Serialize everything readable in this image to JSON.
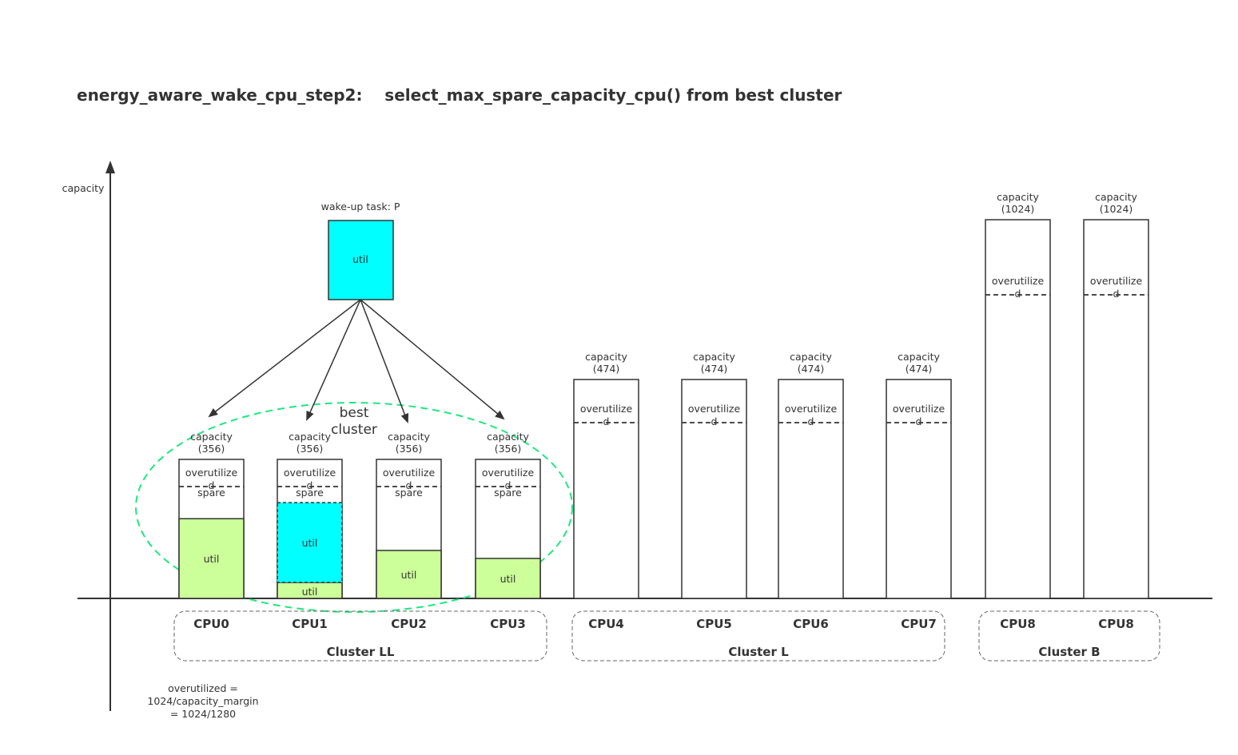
{
  "title": "energy_aware_wake_cpu_step2:    select_max_spare_capacity_cpu() from best cluster",
  "y_axis_label": "capacity",
  "task": {
    "label": "wake-up task: P",
    "util_label": "util",
    "color": "#00ffff"
  },
  "best_cluster": {
    "line1": "best",
    "line2": "cluster",
    "color": "#1ee87f"
  },
  "util_color": "#ccff99",
  "task_util_color": "#00ffff",
  "cpus": [
    {
      "name": "CPU0",
      "cap_line1": "capacity",
      "cap_line2": "(356)",
      "over_line1": "overutilize",
      "over_line2": "d",
      "spare_label": "spare",
      "util_label": "util",
      "util_fraction": 0.57,
      "task_fraction": 0,
      "task_label": ""
    },
    {
      "name": "CPU1",
      "cap_line1": "capacity",
      "cap_line2": "(356)",
      "over_line1": "overutilize",
      "over_line2": "d",
      "spare_label": "spare",
      "util_label": "util",
      "util_fraction": 0.114,
      "task_fraction": 0.571,
      "task_label": "util"
    },
    {
      "name": "CPU2",
      "cap_line1": "capacity",
      "cap_line2": "(356)",
      "over_line1": "overutilize",
      "over_line2": "d",
      "spare_label": "spare",
      "util_label": "util",
      "util_fraction": 0.343,
      "task_fraction": 0,
      "task_label": ""
    },
    {
      "name": "CPU3",
      "cap_line1": "capacity",
      "cap_line2": "(356)",
      "over_line1": "overutilize",
      "over_line2": "d",
      "spare_label": "spare",
      "util_label": "util",
      "util_fraction": 0.286,
      "task_fraction": 0,
      "task_label": ""
    },
    {
      "name": "CPU4",
      "cap_line1": "capacity",
      "cap_line2": "(474)",
      "over_line1": "overutilize",
      "over_line2": "d",
      "spare_label": "",
      "util_label": "",
      "util_fraction": 0,
      "task_fraction": 0,
      "task_label": ""
    },
    {
      "name": "CPU5",
      "cap_line1": "capacity",
      "cap_line2": "(474)",
      "over_line1": "overutilize",
      "over_line2": "d",
      "spare_label": "",
      "util_label": "",
      "util_fraction": 0,
      "task_fraction": 0,
      "task_label": ""
    },
    {
      "name": "CPU6",
      "cap_line1": "capacity",
      "cap_line2": "(474)",
      "over_line1": "overutilize",
      "over_line2": "d",
      "spare_label": "",
      "util_label": "",
      "util_fraction": 0,
      "task_fraction": 0,
      "task_label": ""
    },
    {
      "name": "CPU7",
      "cap_line1": "capacity",
      "cap_line2": "(474)",
      "over_line1": "overutilize",
      "over_line2": "d",
      "spare_label": "",
      "util_label": "",
      "util_fraction": 0,
      "task_fraction": 0,
      "task_label": ""
    },
    {
      "name": "CPU8",
      "cap_line1": "capacity",
      "cap_line2": "(1024)",
      "over_line1": "overutilize",
      "over_line2": "d",
      "spare_label": "",
      "util_label": "",
      "util_fraction": 0,
      "task_fraction": 0,
      "task_label": ""
    },
    {
      "name": "CPU8",
      "cap_line1": "capacity",
      "cap_line2": "(1024)",
      "over_line1": "overutilize",
      "over_line2": "d",
      "spare_label": "",
      "util_label": "",
      "util_fraction": 0,
      "task_fraction": 0,
      "task_label": ""
    }
  ],
  "clusters": [
    {
      "name": "Cluster LL"
    },
    {
      "name": "Cluster L"
    },
    {
      "name": "Cluster B"
    }
  ],
  "note": {
    "line1": "overutilized =",
    "line2": "1024/capacity_margin",
    "line3": "= 1024/1280"
  }
}
